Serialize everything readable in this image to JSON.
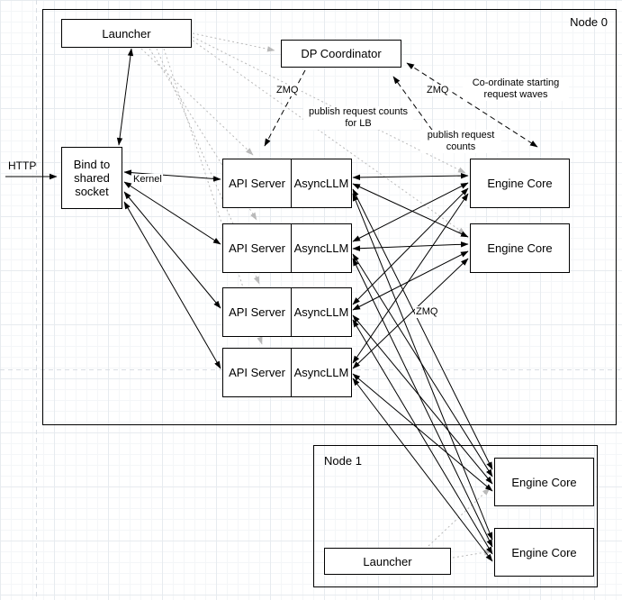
{
  "diagram": {
    "node0": {
      "title": "Node 0",
      "launcher_label": "Launcher",
      "dp_coordinator_label": "DP Coordinator",
      "bind_socket_label": "Bind to shared socket",
      "api_servers": [
        {
          "api_label": "API Server",
          "llm_label": "AsyncLLM"
        },
        {
          "api_label": "API Server",
          "llm_label": "AsyncLLM"
        },
        {
          "api_label": "API Server",
          "llm_label": "AsyncLLM"
        },
        {
          "api_label": "API Server",
          "llm_label": "AsyncLLM"
        }
      ],
      "engine_cores": [
        {
          "label": "Engine Core"
        },
        {
          "label": "Engine Core"
        }
      ]
    },
    "node1": {
      "title": "Node 1",
      "launcher_label": "Launcher",
      "engine_cores": [
        {
          "label": "Engine Core"
        },
        {
          "label": "Engine Core"
        }
      ]
    },
    "annotations": {
      "http": "HTTP",
      "kernel": "Kernel",
      "zmq_dp_left": "ZMQ",
      "zmq_dp_right": "ZMQ",
      "zmq_engines": "ZMQ",
      "publish_lb": "publish request counts for LB",
      "publish_counts": "publish request counts",
      "coordinate_waves": "Co-ordinate starting request waves"
    },
    "colors": {
      "stroke": "#000000",
      "launch_edge": "#b9b9b9",
      "shape_fill": "#ffffff"
    }
  }
}
